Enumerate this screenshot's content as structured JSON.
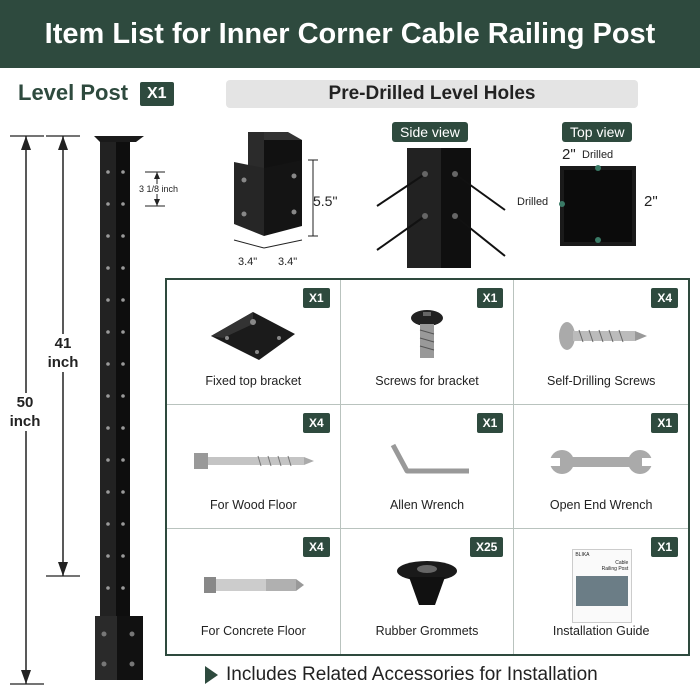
{
  "header": {
    "title": "Item List for Inner Corner Cable Railing Post"
  },
  "level_post": {
    "title": "Level Post",
    "qty": "X1"
  },
  "dimensions": {
    "total_height": [
      "50",
      "inch"
    ],
    "hole_span": [
      "41",
      "inch"
    ],
    "hole_spacing": "3 1/8 inch"
  },
  "holes": {
    "title": "Pre-Drilled Level Holes",
    "base_width_a": "3.4\"",
    "base_width_b": "3.4\"",
    "base_height": "5.5\"",
    "side_view_label": "Side view",
    "top_view_label": "Top view",
    "top_dim_1": "2\"",
    "top_dim_2": "2\"",
    "drilled_top": "Drilled",
    "drilled_left": "Drilled",
    "drilled_bottom": "Drilled"
  },
  "items": [
    {
      "qty": "X1",
      "label": "Fixed top bracket",
      "icon": "bracket-icon"
    },
    {
      "qty": "X1",
      "label": "Screws for bracket",
      "icon": "screw-icon"
    },
    {
      "qty": "X4",
      "label": "Self-Drilling Screws",
      "icon": "self-drilling-screw-icon"
    },
    {
      "qty": "X4",
      "label": "For Wood Floor",
      "icon": "lag-bolt-icon"
    },
    {
      "qty": "X1",
      "label": "Allen Wrench",
      "icon": "allen-wrench-icon"
    },
    {
      "qty": "X1",
      "label": "Open End Wrench",
      "icon": "open-end-wrench-icon"
    },
    {
      "qty": "X4",
      "label": "For Concrete Floor",
      "icon": "anchor-bolt-icon"
    },
    {
      "qty": "X25",
      "label": "Rubber Grommets",
      "icon": "grommet-icon"
    },
    {
      "qty": "X1",
      "label": "Installation Guide",
      "icon": "guide-booklet-icon"
    }
  ],
  "guide": {
    "brand": "BLIKA",
    "title_line1": "Cable",
    "title_line2": "Railing Post"
  },
  "footer": {
    "text": "Includes Related Accessories for Installation"
  },
  "colors": {
    "brand_green": "#2e4a3e",
    "grid_border": "#2e4a3e"
  }
}
